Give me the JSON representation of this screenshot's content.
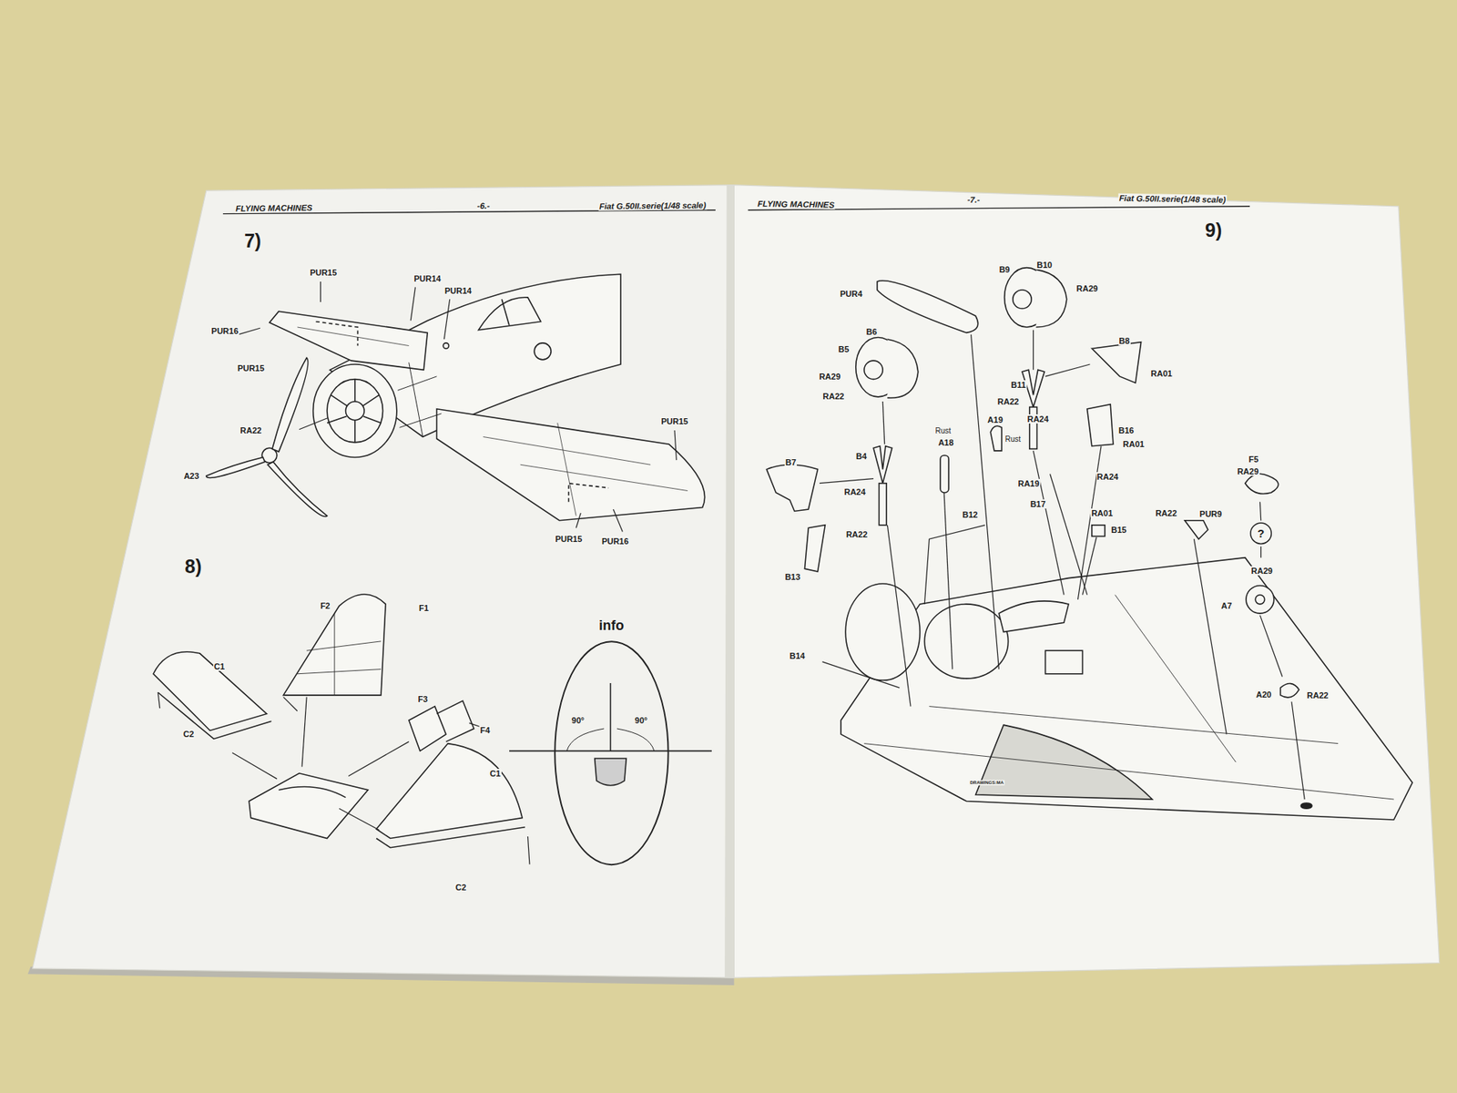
{
  "diagram": {
    "nodes": [
      {
        "text": [
          "info",
          "90°",
          "90°"
        ]
      },
      {
        "text": [
          "?"
        ]
      }
    ],
    "labels": [
      "FLYING MACHINES",
      "-6.-",
      "Fiat G.50II.serie(1/48 scale)",
      "FLYING MACHINES",
      "-7.-",
      "Fiat G.50II.serie(1/48 scale)",
      "7)",
      "8)",
      "9)",
      "PUR15",
      "PUR14",
      "PUR14",
      "PUR16",
      "PUR15",
      "RA22",
      "A23",
      "PUR15",
      "PUR15",
      "PUR16",
      "F2",
      "F1",
      "C1",
      "C2",
      "F3",
      "F4",
      "C1",
      "C2",
      "PUR4",
      "B9",
      "B10",
      "RA29",
      "B6",
      "B5",
      "RA29",
      "RA22",
      "B8",
      "RA01",
      "B11",
      "RA22",
      "RA24",
      "B16",
      "RA01",
      "Rust",
      "A18",
      "A19",
      "Rust",
      "B4",
      "RA24",
      "B7",
      "RA24",
      "RA22",
      "B12",
      "RA19",
      "B17",
      "RA01",
      "B15",
      "RA22",
      "PUR9",
      "F5",
      "RA29",
      "RA29",
      "A7",
      "A20",
      "RA22",
      "B14",
      "B13",
      "DRAWINGS:MA"
    ]
  }
}
